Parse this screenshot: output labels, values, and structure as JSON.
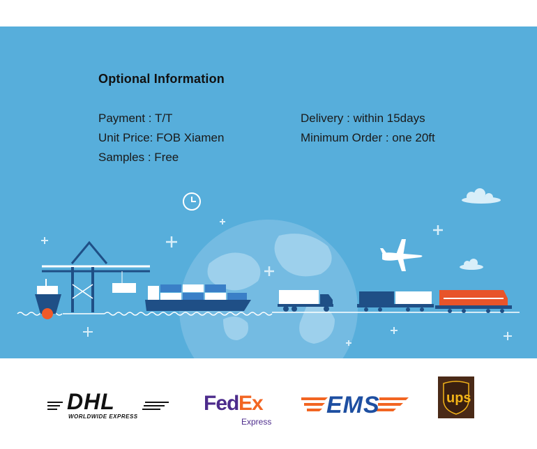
{
  "info": {
    "title": "Optional Information",
    "payment": "Payment : T/T",
    "unit_price": "Unit Price: FOB Xiamen",
    "samples": "Samples : Free",
    "delivery": "Delivery : within 15days",
    "minimum_order": "Minimum Order : one 20ft"
  },
  "logos": {
    "dhl": {
      "name": "DHL",
      "tagline": "WORLDWIDE EXPRESS"
    },
    "fedex": {
      "fed": "Fed",
      "ex": "Ex",
      "tagline": "Express"
    },
    "ems": {
      "name": "EMS"
    },
    "ups": {
      "name": "ups"
    }
  },
  "colors": {
    "banner": "#57aedb",
    "fedex_purple": "#4d2c8c",
    "fedex_orange": "#f26522",
    "ems_blue": "#1e4fa1",
    "ems_orange": "#f26522",
    "ups_brown": "#4a2a17",
    "ups_gold": "#f2b318"
  },
  "icons": [
    "clock-icon",
    "airplane-icon",
    "container-ship-icon",
    "gantry-crane-icon",
    "truck-icon",
    "train-icon",
    "globe-icon",
    "cloud-icon",
    "plus-sparkle-icon"
  ]
}
